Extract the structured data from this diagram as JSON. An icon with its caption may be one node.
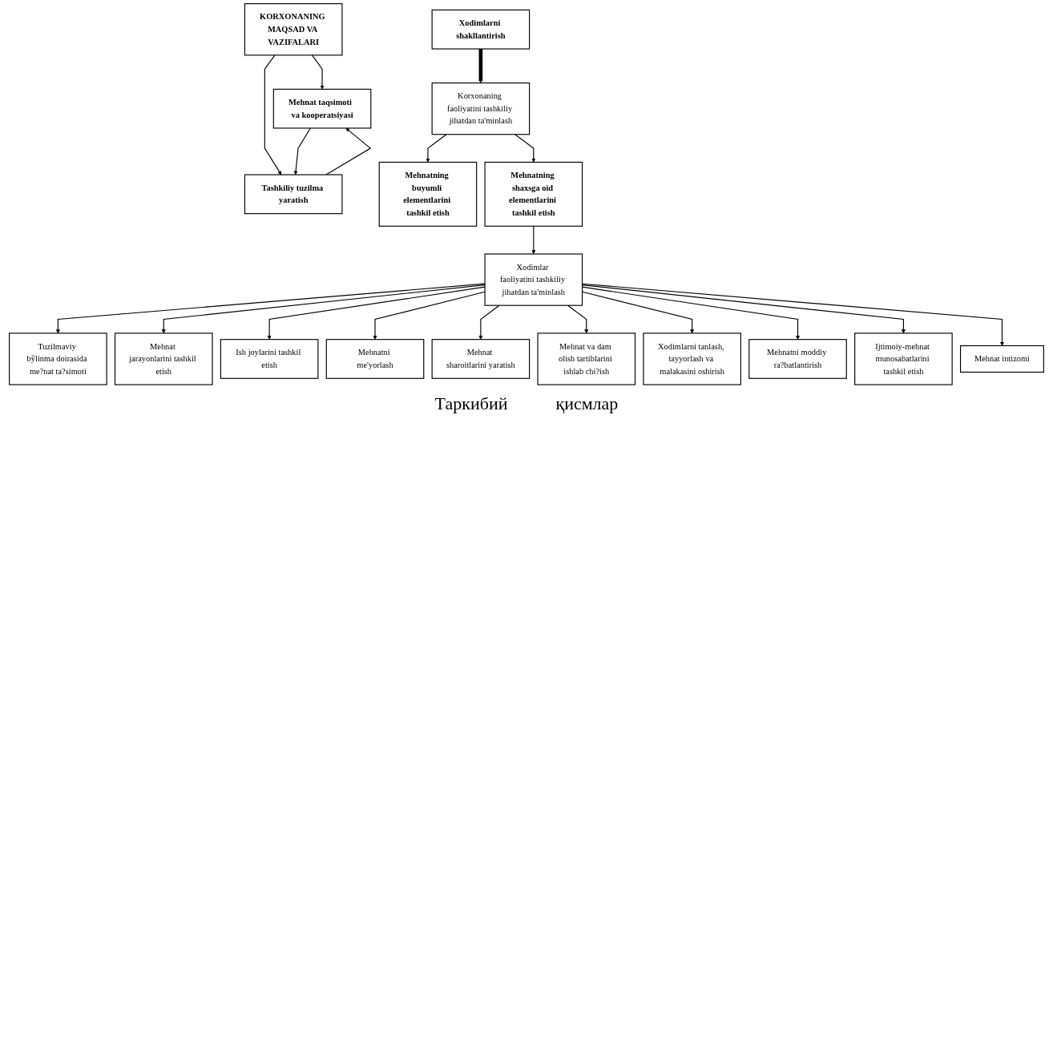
{
  "diagram": {
    "nodes": [
      {
        "text": [
          "KORXONANING MAQSAD VA VAZIFALARI"
        ]
      },
      {
        "text": [
          "Mehnat taqsimoti  va kooperatsiyasi"
        ]
      },
      {
        "text": [
          "Tashkiliy tuzilma yaratish"
        ]
      },
      {
        "text": [
          "Xodimlarni shakllantirish"
        ]
      },
      {
        "text": [
          "Korxonaning faoliyatini tashkiliy jihatdan ta'minlash"
        ]
      },
      {
        "text": [
          "Mehnatning buyumli elementlarini tashkil etish"
        ]
      },
      {
        "text": [
          "Mehnatning shaxsga oid elementlarini tashkil etish"
        ]
      },
      {
        "text": [
          "Xodimlar faoliyatini tashkiliy jihatdan ta'minlash"
        ]
      },
      {
        "text": [
          "Tuzilmaviy bўlinma doirasida me?nat ta?simoti"
        ]
      },
      {
        "text": [
          "Mehnat jarayonlarini tashkil etish"
        ]
      },
      {
        "text": [
          "Ish joylarini tashkil etish"
        ]
      },
      {
        "text": [
          "Mehnatni me'yorlash"
        ]
      },
      {
        "text": [
          "Mehnat sharoitlarini yaratish"
        ]
      },
      {
        "text": [
          "Mehnat va dam olish tartiblarini ishlab chi?ish"
        ]
      },
      {
        "text": [
          "Xodimlarni tanlash, tayyorlash va malakasini oshirish"
        ]
      },
      {
        "text": [
          "Mehnatni moddiy ra?batlantirish"
        ]
      },
      {
        "text": [
          "Ijtimoiy-mehnat munosabatlarini tashkil etish"
        ]
      },
      {
        "text": [
          "Mehnat intizomi"
        ]
      }
    ],
    "edges": [
      {
        "from": 0,
        "to": 1,
        "arrow": "to"
      },
      {
        "from": 0,
        "to": 2,
        "arrow": "to"
      },
      {
        "from": 2,
        "to": 1,
        "arrow": "to"
      },
      {
        "from": 1,
        "to": 2,
        "arrow": "to"
      },
      {
        "from": 3,
        "to": 4,
        "arrow": "to",
        "style": "thick"
      },
      {
        "from": 4,
        "to": 5,
        "arrow": "to"
      },
      {
        "from": 4,
        "to": 6,
        "arrow": "to"
      },
      {
        "from": 6,
        "to": 7,
        "arrow": "to"
      },
      {
        "from": 7,
        "to": 8,
        "arrow": "to"
      },
      {
        "from": 7,
        "to": 9,
        "arrow": "to"
      },
      {
        "from": 7,
        "to": 10,
        "arrow": "to"
      },
      {
        "from": 7,
        "to": 11,
        "arrow": "to"
      },
      {
        "from": 7,
        "to": 12,
        "arrow": "to"
      },
      {
        "from": 7,
        "to": 13,
        "arrow": "to"
      },
      {
        "from": 7,
        "to": 14,
        "arrow": "to"
      },
      {
        "from": 7,
        "to": 15,
        "arrow": "to"
      },
      {
        "from": 7,
        "to": 16,
        "arrow": "to"
      },
      {
        "from": 7,
        "to": 17,
        "arrow": "to"
      }
    ],
    "labels": [
      "Таркибий",
      "қисмлар"
    ]
  }
}
